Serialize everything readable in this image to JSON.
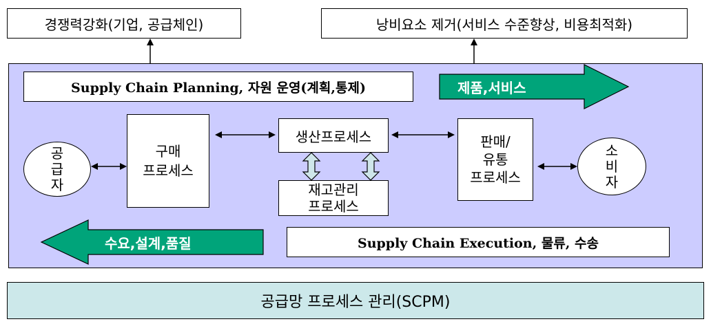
{
  "top_left_label": "경쟁력강화(기업, 공급체인)",
  "top_right_label": "낭비요소 제거(서비스 수준향상, 비용최적화)",
  "planning_label": "Supply Chain Planning, 자원 운영(계획,통제)",
  "arrow_right_label": "제품,서비스",
  "arrow_left_label": "수요,설계,품질",
  "execution_label": "Supply Chain Execution,  물류, 수송",
  "supplier_label": "공\n급\n자",
  "purchase_label": "구매\n프로세스",
  "production_label": "생산프로세스",
  "inventory_label": "재고관리\n프로세스",
  "sales_label": "판매/\n유통\n프로세스",
  "consumer_label": "소\n비\n자",
  "bottom_label": "공급망 프로세스 관리(SCPM)",
  "colors": {
    "panel": "#ccccff",
    "arrow": "#00a47a",
    "bottom_bar": "#cce8ea",
    "vertical_arrow": "#cfe6ea"
  }
}
